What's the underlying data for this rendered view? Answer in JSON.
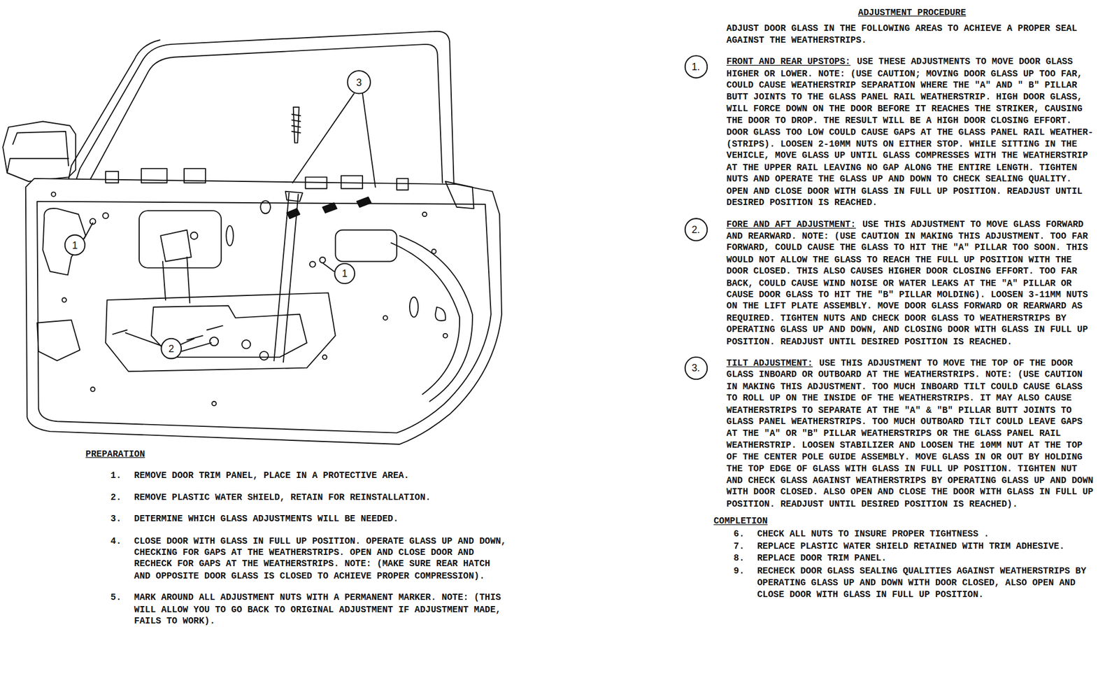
{
  "diagram": {
    "nodes": [
      {
        "text": [
          "3"
        ]
      },
      {
        "text": [
          "1"
        ]
      },
      {
        "text": [
          "1"
        ]
      },
      {
        "text": [
          "2"
        ]
      },
      {
        "text": [
          "1."
        ]
      },
      {
        "text": [
          "2."
        ]
      },
      {
        "text": [
          "3."
        ]
      }
    ],
    "labels": [
      "PREPARATION",
      "1.",
      "REMOVE DOOR TRIM PANEL, PLACE IN A PROTECTIVE AREA.",
      "2.",
      "REMOVE PLASTIC WATER SHIELD, RETAIN FOR REINSTALLATION.",
      "3.",
      "DETERMINE WHICH GLASS ADJUSTMENTS WILL BE NEEDED.",
      "4.",
      "CLOSE DOOR WITH GLASS IN FULL UP POSITION. OPERATE GLASS UP AND DOWN, CHECKING FOR GAPS AT THE WEATHERSTRIPS. OPEN AND CLOSE DOOR AND RECHECK FOR GAPS AT THE WEATHERSTRIPS. NOTE: (MAKE SURE REAR HATCH AND OPPOSITE DOOR GLASS IS CLOSED TO ACHIEVE PROPER COMPRESSION).",
      "5.",
      "MARK AROUND ALL ADJUSTMENT NUTS WITH A PERMANENT MARKER. NOTE: (THIS WILL ALLOW YOU TO GO BACK TO ORIGINAL ADJUSTMENT IF ADJUSTMENT MADE, FAILS TO WORK).",
      "ADJUSTMENT PROCEDURE",
      "ADJUST DOOR GLASS IN THE FOLLOWING AREAS TO ACHIEVE A PROPER SEAL AGAINST THE WEATHERSTRIPS.",
      "FRONT AND REAR UPSTOPS:",
      "USE THESE ADJUSTMENTS TO MOVE DOOR GLASS HIGHER OR LOWER. NOTE: (USE CAUTION; MOVING DOOR GLASS UP TOO FAR, COULD CAUSE WEATHERSTRIP SEPARATION WHERE THE \"A\" AND \" B\" PILLAR BUTT JOINTS TO THE GLASS PANEL RAIL WEATHERSTRIP. HIGH DOOR GLASS, WILL FORCE DOWN ON THE DOOR BEFORE IT REACHES THE STRIKER, CAUSING THE DOOR TO DROP. THE RESULT WILL BE A HIGH DOOR CLOSING EFFORT. DOOR GLASS TOO LOW COULD CAUSE GAPS AT THE GLASS PANEL RAIL WEATHER- (STRIPS). LOOSEN 2-10MM NUTS ON EITHER STOP. WHILE SITTING IN THE VEHICLE, MOVE GLASS UP UNTIL GLASS COMPRESSES WITH THE WEATHERSTRIP AT THE UPPER RAIL LEAVING NO GAP ALONG THE ENTIRE LENGTH. TIGHTEN NUTS AND OPERATE THE GLASS UP AND DOWN TO CHECK SEALING QUALITY. OPEN AND CLOSE DOOR WITH GLASS IN FULL UP POSITION. READJUST UNTIL DESIRED POSITION IS REACHED.",
      "FORE AND AFT ADJUSTMENT:",
      "USE THIS ADJUSTMENT TO MOVE GLASS FORWARD AND REARWARD. NOTE: (USE CAUTION IN MAKING THIS ADJUSTMENT. TOO FAR FORWARD, COULD CAUSE THE GLASS TO HIT THE \"A\" PILLAR TOO SOON. THIS WOULD NOT ALLOW THE GLASS TO REACH THE FULL UP POSITION WITH THE DOOR CLOSED. THIS ALSO CAUSES HIGHER DOOR CLOSING EFFORT. TOO FAR BACK, COULD CAUSE WIND NOISE OR WATER LEAKS AT THE \"A\" PILLAR OR CAUSE DOOR GLASS TO HIT THE \"B\" PILLAR MOLDING). LOOSEN 3-11MM NUTS ON THE LIFT PLATE ASSEMBLY. MOVE DOOR GLASS FORWARD OR REARWARD AS REQUIRED. TIGHTEN NUTS AND CHECK DOOR GLASS TO WEATHERSTRIPS BY OPERATING GLASS UP AND DOWN, AND CLOSING DOOR WITH GLASS IN FULL UP POSITION. READJUST UNTIL DESIRED POSITION IS REACHED.",
      "TILT ADJUSTMENT:",
      "USE THIS ADJUSTMENT TO MOVE THE TOP OF THE DOOR GLASS INBOARD OR OUTBOARD AT THE WEATHERSTRIPS. NOTE: (USE CAUTION IN MAKING THIS ADJUSTMENT. TOO MUCH INBOARD TILT COULD CAUSE GLASS TO ROLL UP ON THE INSIDE OF THE WEATHERSTRIPS. IT MAY ALSO CAUSE WEATHERSTRIPS TO SEPARATE AT THE \"A\" & \"B\" PILLAR BUTT JOINTS TO GLASS PANEL WEATHERSTRIPS. TOO MUCH OUTBOARD TILT COULD LEAVE GAPS AT THE \"A\" OR \"B\" PILLAR WEATHERSTRIPS OR THE GLASS PANEL RAIL WEATHERSTRIP. LOOSEN STABILIZER AND LOOSEN THE 10MM NUT AT THE TOP OF THE CENTER POLE GUIDE ASSEMBLY. MOVE GLASS IN OR OUT BY HOLDING THE TOP EDGE OF GLASS WITH GLASS IN FULL UP POSITION. TIGHTEN NUT AND CHECK GLASS AGAINST WEATHERSTRIPS BY OPERATING GLASS UP AND DOWN WITH DOOR CLOSED. ALSO OPEN AND CLOSE THE DOOR WITH GLASS IN FULL UP POSITION. READJUST UNTIL DESIRED POSITION IS REACHED).",
      "COMPLETION",
      "6.",
      "CHECK ALL NUTS TO INSURE PROPER TIGHTNESS .",
      "7.",
      "REPLACE PLASTIC WATER SHIELD RETAINED WITH TRIM ADHESIVE.",
      "8.",
      "REPLACE DOOR TRIM PANEL.",
      "9.",
      "RECHECK DOOR GLASS SEALING QUALITIES AGAINST WEATHERSTRIPS BY OPERATING GLASS UP AND DOWN WITH DOOR CLOSED, ALSO OPEN AND CLOSE DOOR WITH GLASS IN FULL UP POSITION."
    ]
  }
}
